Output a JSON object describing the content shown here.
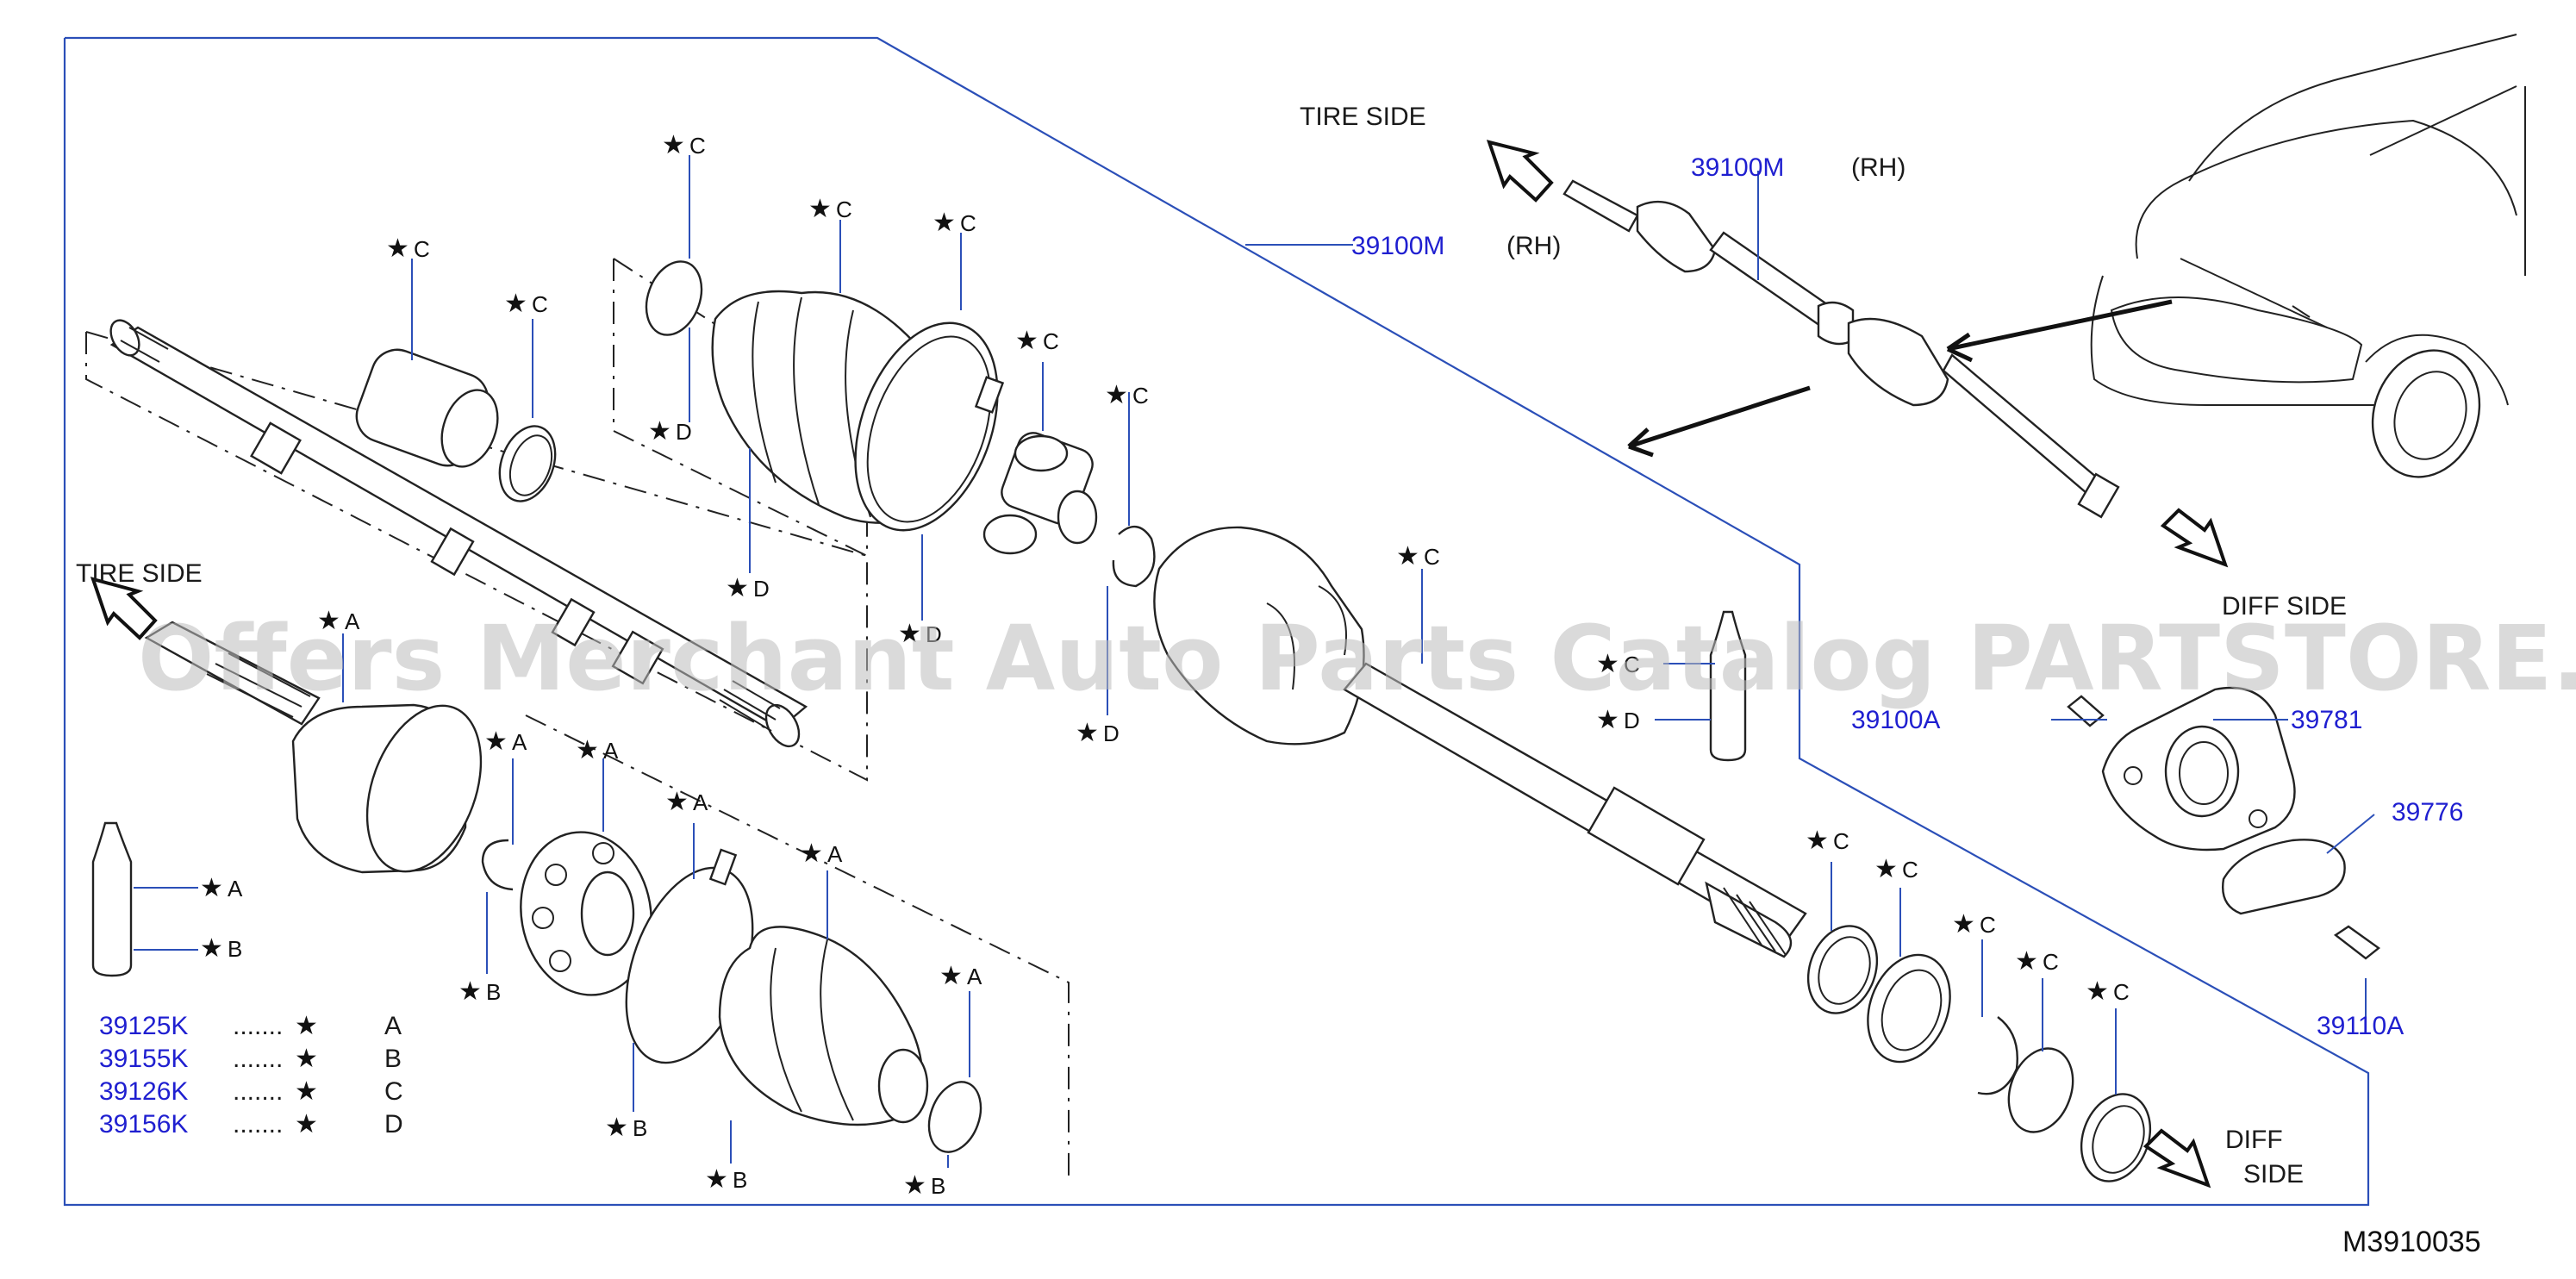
{
  "watermark": "Offers Merchant Auto Parts Catalog PARTSTORE.SA",
  "diagram_code": "M3910035",
  "labels": {
    "tire_side": "TIRE   SIDE",
    "diff_side": "DIFF   SIDE",
    "diff_side_line1": "DIFF",
    "diff_side_line2": "SIDE",
    "rh": "(RH)"
  },
  "part_numbers": {
    "drive_shaft": "39100M",
    "bolt_a": "39100A",
    "bracket": "39781",
    "plate": "39776",
    "bolt_b": "39110A"
  },
  "kit_markers": {
    "star": "★",
    "a": "A",
    "b": "B",
    "c": "C",
    "d": "D"
  },
  "legend": {
    "dots": ".......",
    "items": [
      {
        "part": "39125K",
        "letter": "A"
      },
      {
        "part": "39155K",
        "letter": "B"
      },
      {
        "part": "39126K",
        "letter": "C"
      },
      {
        "part": "39156K",
        "letter": "D"
      }
    ]
  },
  "colors": {
    "part_number_text": "#1f1fd0",
    "leader_line": "#2b4fb8",
    "line_art": "#222222"
  }
}
